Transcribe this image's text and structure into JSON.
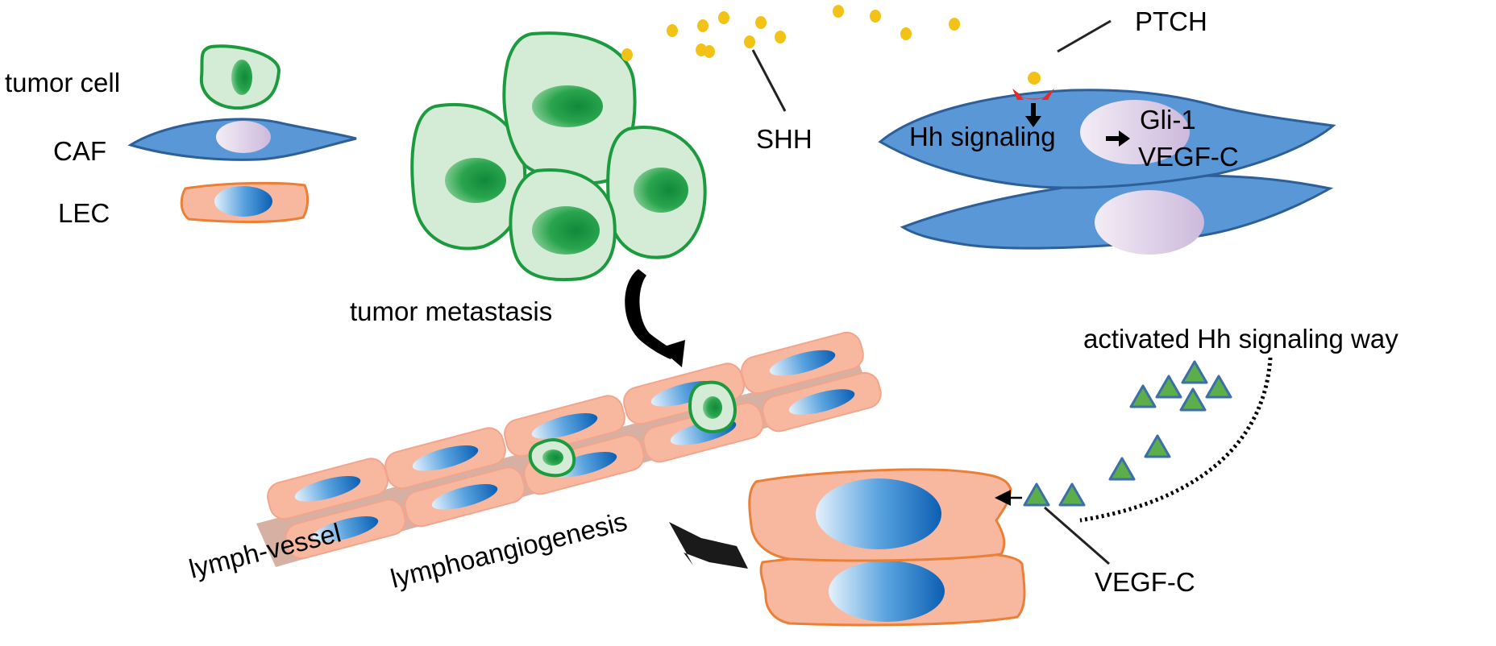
{
  "legend": {
    "tumor_cell": "tumor cell",
    "caf": "CAF",
    "lec": "LEC"
  },
  "labels": {
    "shh": "SHH",
    "ptch": "PTCH",
    "hh_signaling": "Hh signaling",
    "gli1": "Gli-1",
    "vegfc_inner": "VEGF-C",
    "tumor_metastasis": "tumor metastasis",
    "activated_hh": "activated Hh signaling way",
    "vegfc_ligand": "VEGF-C",
    "lymph_vessel": "lymph-vessel",
    "lymphoangiogenesis": "lymphoangiogenesis"
  },
  "colors": {
    "tumor_fill": "#d4ecd6",
    "tumor_stroke": "#1c9a3e",
    "nucleus_green": "#17923a",
    "caf_fill": "#5a97d6",
    "caf_stroke": "#2d5f99",
    "caf_nucleus": "#ddd0e8",
    "lec_fill": "#f8b8a0",
    "lec_stroke": "#ea8038",
    "lec_nucleus": "#1773c6",
    "shh_dot": "#f2c316",
    "ptch_receptor": "#e52b2b",
    "vegfc_triangle": "#5cae4b",
    "vegfc_triangle_stroke": "#3b6fa8",
    "vessel_lumen": "#d7b0a4"
  }
}
